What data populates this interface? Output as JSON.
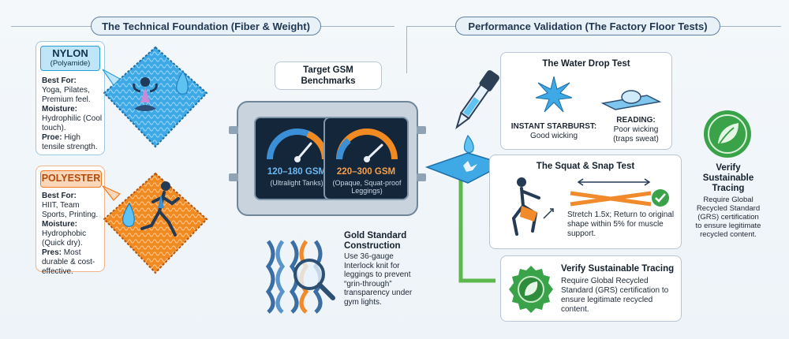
{
  "headers": {
    "left": "The Technical Foundation (Fiber & Weight)",
    "right": "Performance Validation (The Factory Floor Tests)"
  },
  "nylon": {
    "name": "NYLON",
    "sub": "(Polyamide)",
    "best_label": "Best For:",
    "best_text": "Yoga, Pilates, Premium feel.",
    "moisture_label": "Moisture:",
    "moisture_text": "Hydrophilic (Cool touch).",
    "pro_label": "Proe:",
    "pro_text": "High tensile strength."
  },
  "polyester": {
    "name": "POLYESTER",
    "best_label": "Best For:",
    "best_text": "HIIT, Team Sports, Printing.",
    "moisture_label": "Moisture:",
    "moisture_text": "Hydrophobic (Quick dry).",
    "pro_label": "Pres:",
    "pro_text": "Most durable & cost-effective."
  },
  "gsm": {
    "title": "Target GSM Benchmarks",
    "left_value": "120–180 GSM",
    "left_desc": "(Ultralight Tanks)",
    "right_value": "220–300 GSM",
    "right_desc": "(Opaque, Squat-proof Leggings)"
  },
  "gold": {
    "title": "Gold Standard Construction",
    "text": "Use 36-gauge Interlock knit for leggings to prevent “grin-through” transparency under gym lights."
  },
  "water_test": {
    "title": "The Water Drop Test",
    "starburst_label": "INSTANT STARBURST:",
    "starburst_text": "Good wicking",
    "reading_label": "READING:",
    "reading_text": "Poor wicking (traps sweat)"
  },
  "squat_test": {
    "title": "The Squat & Snap Test",
    "text": "Stretch 1.5x; Return to original shape within 5% for muscle support."
  },
  "verify_card": {
    "title": "Verify Sustainable Tracing",
    "text": "Require Global Recycled Standard (GRS) certification to ensure legitimate recycled content."
  },
  "verify_side": {
    "title": "Verify Sustainable Tracing",
    "text": "Require Global Recycled Standard (GRS) certification to ensure legitimate recycled content."
  },
  "colors": {
    "nylon_accent": "#2a9fd8",
    "polyester_accent": "#f07a1f",
    "check_green": "#3aa34a",
    "gauge_blue": "#3b8fd6",
    "gauge_orange": "#f28a22"
  }
}
